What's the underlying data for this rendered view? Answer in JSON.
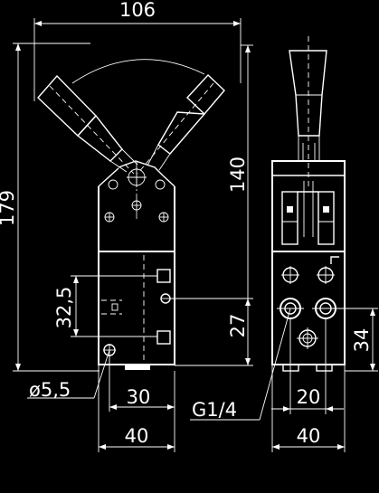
{
  "dimensions": {
    "overall_width": "106",
    "overall_height": "179",
    "lever_height": "140",
    "hole_spacing": "32,5",
    "port_height": "27",
    "mount_hole": "ø5,5",
    "base_30": "30",
    "base_40_front": "40",
    "thread": "G1/4",
    "side_20": "20",
    "side_40": "40",
    "side_34": "34"
  }
}
